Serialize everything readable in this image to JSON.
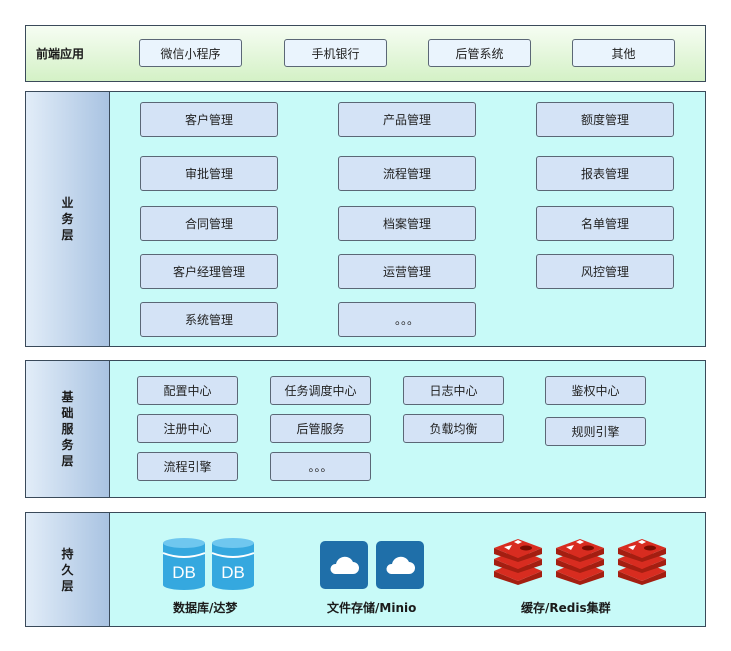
{
  "frontend": {
    "label": "前端应用",
    "items": [
      "微信小程序",
      "手机银行",
      "后管系统",
      "其他"
    ]
  },
  "business": {
    "label": "业务层",
    "items": [
      "客户管理",
      "产品管理",
      "额度管理",
      "审批管理",
      "流程管理",
      "报表管理",
      "合同管理",
      "档案管理",
      "名单管理",
      "客户经理管理",
      "运营管理",
      "风控管理",
      "系统管理",
      "。。。"
    ]
  },
  "basic": {
    "label": "基础服务层",
    "items": [
      "配置中心",
      "任务调度中心",
      "日志中心",
      "鉴权中心",
      "注册中心",
      "后管服务",
      "负载均衡",
      "规则引擎",
      "流程引擎",
      "。。。"
    ]
  },
  "persistence": {
    "label": "持久层",
    "stores": [
      {
        "caption": "数据库/达梦",
        "icon": "database-icon",
        "icon_text": "DB"
      },
      {
        "caption": "文件存储/Minio",
        "icon": "cloud-storage-icon"
      },
      {
        "caption": "缓存/Redis集群",
        "icon": "redis-icon"
      }
    ]
  },
  "colors": {
    "frontend_bg": "#d4f1c6",
    "layer_bg": "#c8faf8",
    "box_bg": "#d4e3f6",
    "db_blue": "#35a8df",
    "minio_blue": "#1f6fa9",
    "redis_red": "#c9302c"
  }
}
